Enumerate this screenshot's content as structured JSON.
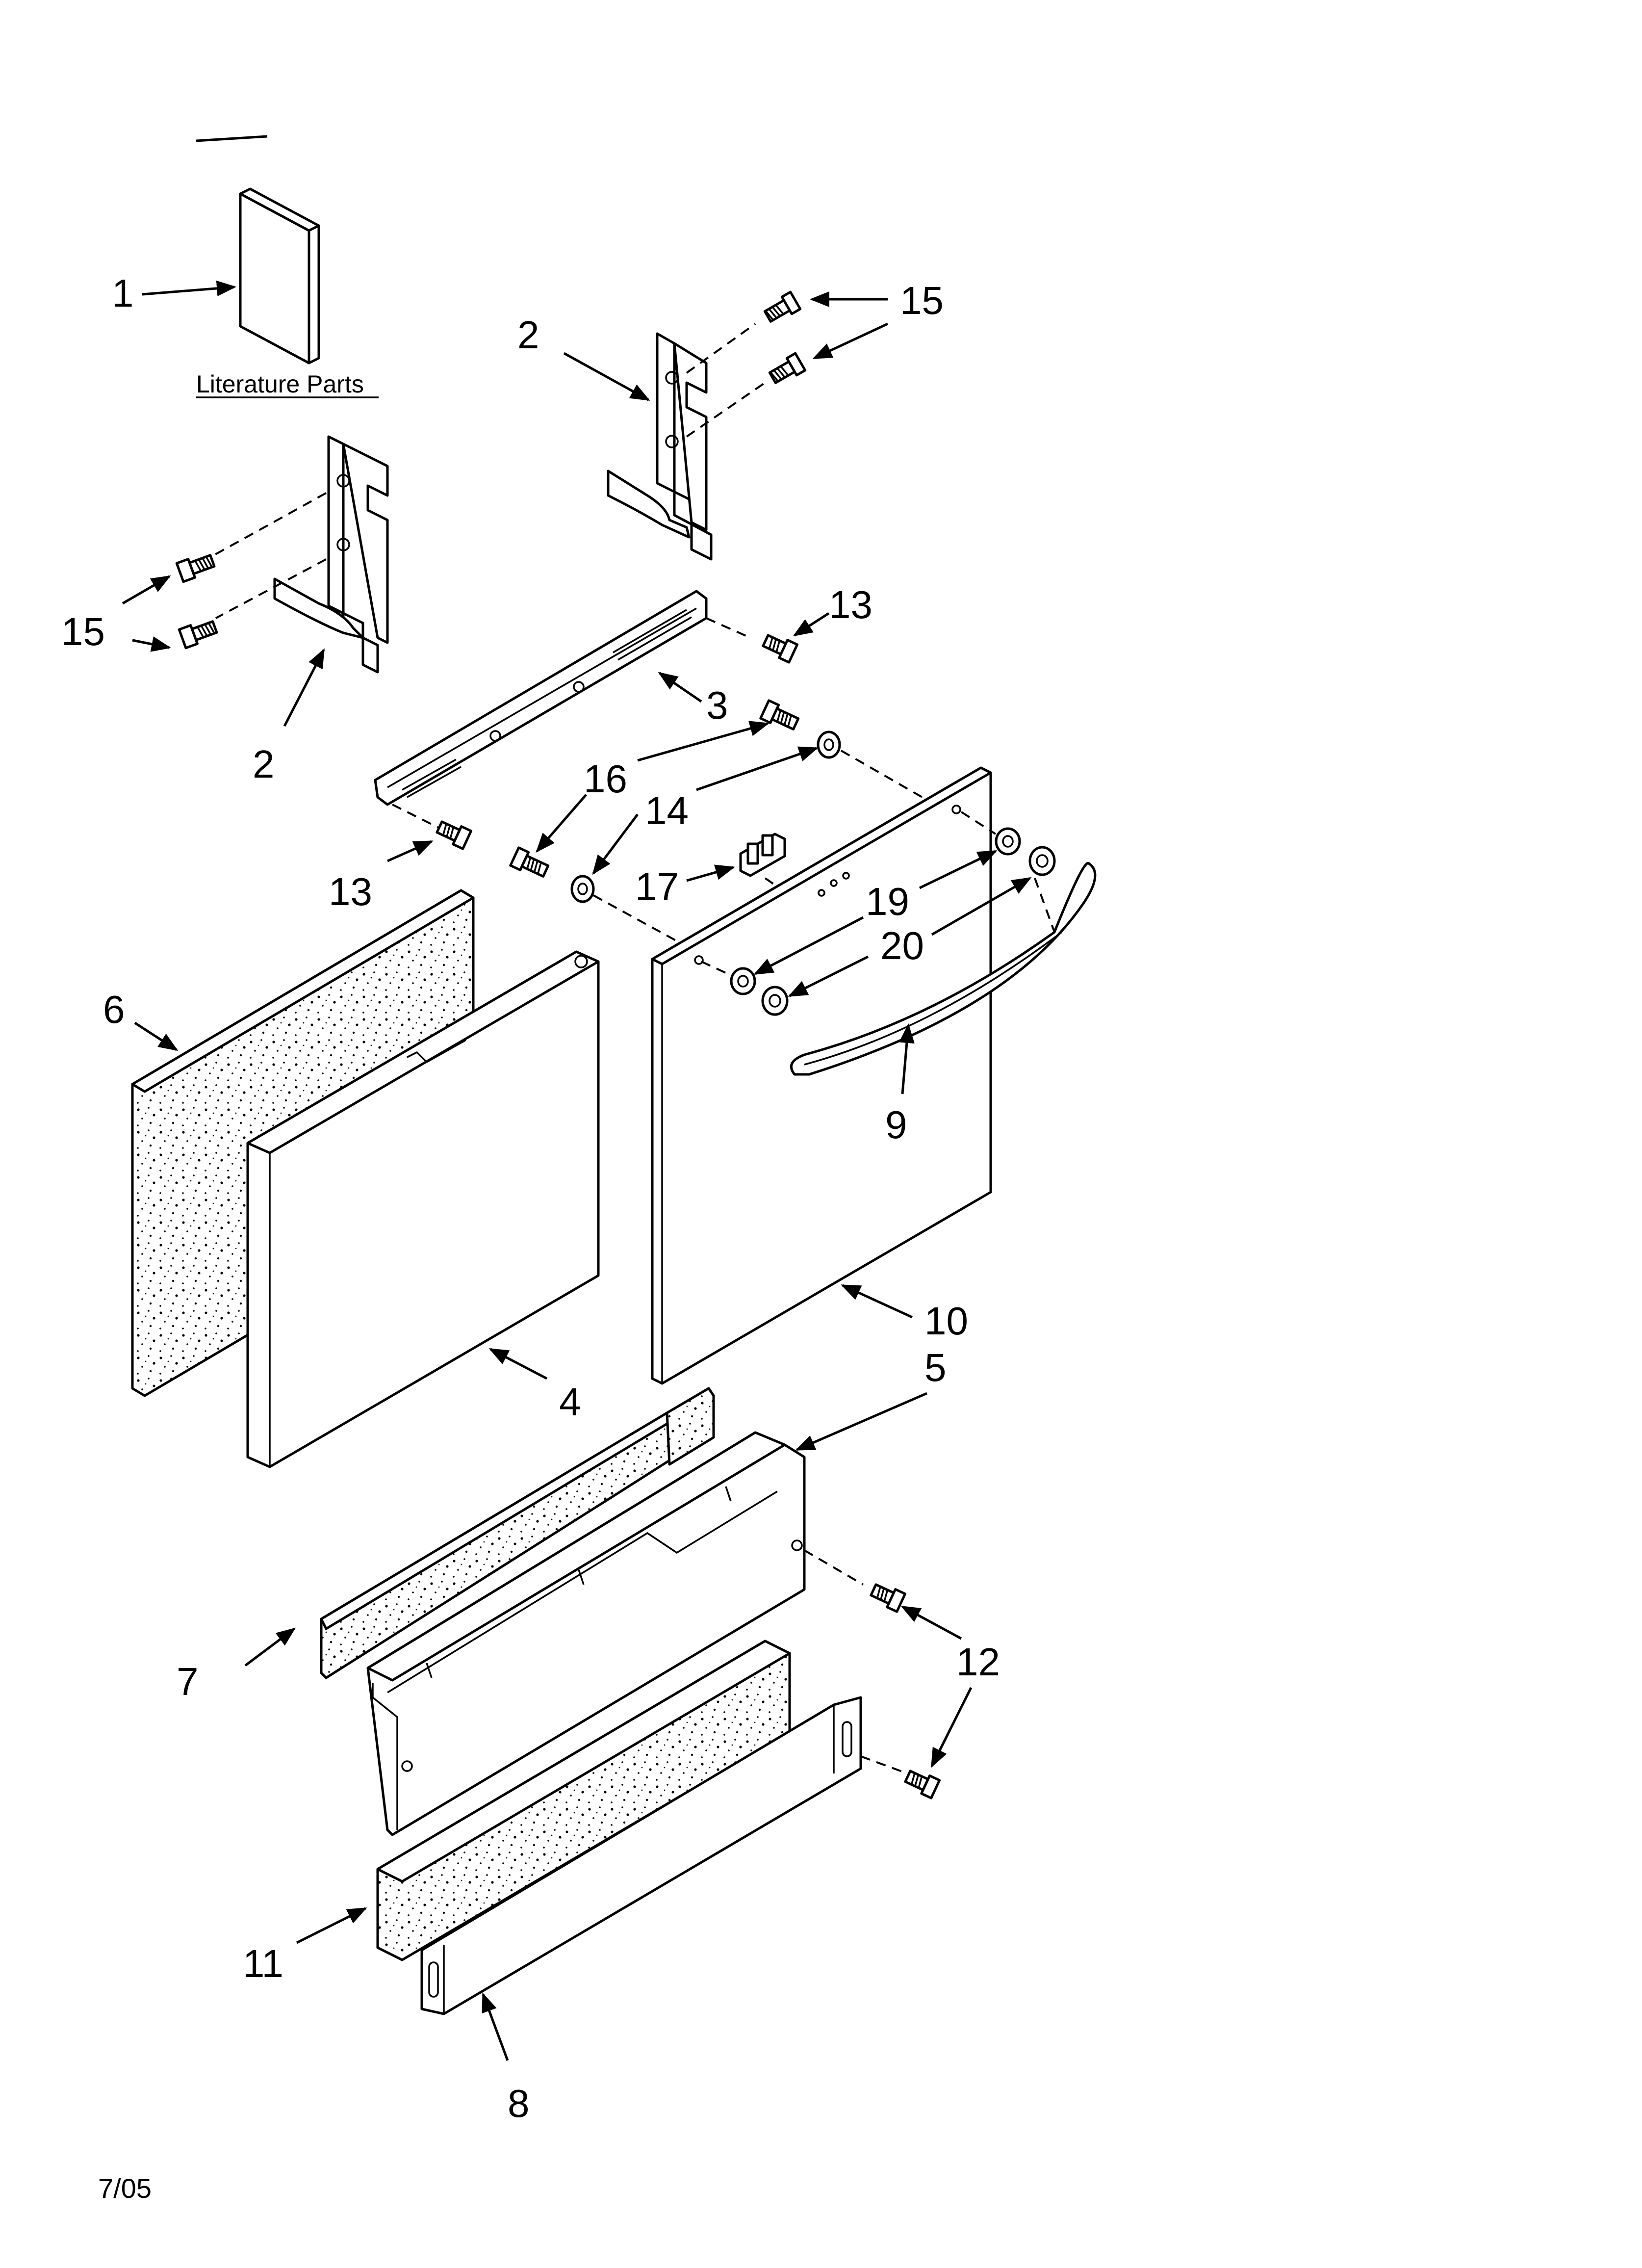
{
  "diagram": {
    "caption": "Literature Parts",
    "date": "7/05",
    "callouts": [
      {
        "key": "c1",
        "label": "1"
      },
      {
        "key": "c2a",
        "label": "2"
      },
      {
        "key": "c2b",
        "label": "2"
      },
      {
        "key": "c3",
        "label": "3"
      },
      {
        "key": "c4",
        "label": "4"
      },
      {
        "key": "c5",
        "label": "5"
      },
      {
        "key": "c6",
        "label": "6"
      },
      {
        "key": "c7",
        "label": "7"
      },
      {
        "key": "c8",
        "label": "8"
      },
      {
        "key": "c9",
        "label": "9"
      },
      {
        "key": "c10",
        "label": "10"
      },
      {
        "key": "c11",
        "label": "11"
      },
      {
        "key": "c12",
        "label": "12"
      },
      {
        "key": "c13a",
        "label": "13"
      },
      {
        "key": "c13b",
        "label": "13"
      },
      {
        "key": "c14",
        "label": "14"
      },
      {
        "key": "c15a",
        "label": "15"
      },
      {
        "key": "c15b",
        "label": "15"
      },
      {
        "key": "c16",
        "label": "16"
      },
      {
        "key": "c17",
        "label": "17"
      },
      {
        "key": "c19",
        "label": "19"
      },
      {
        "key": "c20",
        "label": "20"
      }
    ]
  }
}
